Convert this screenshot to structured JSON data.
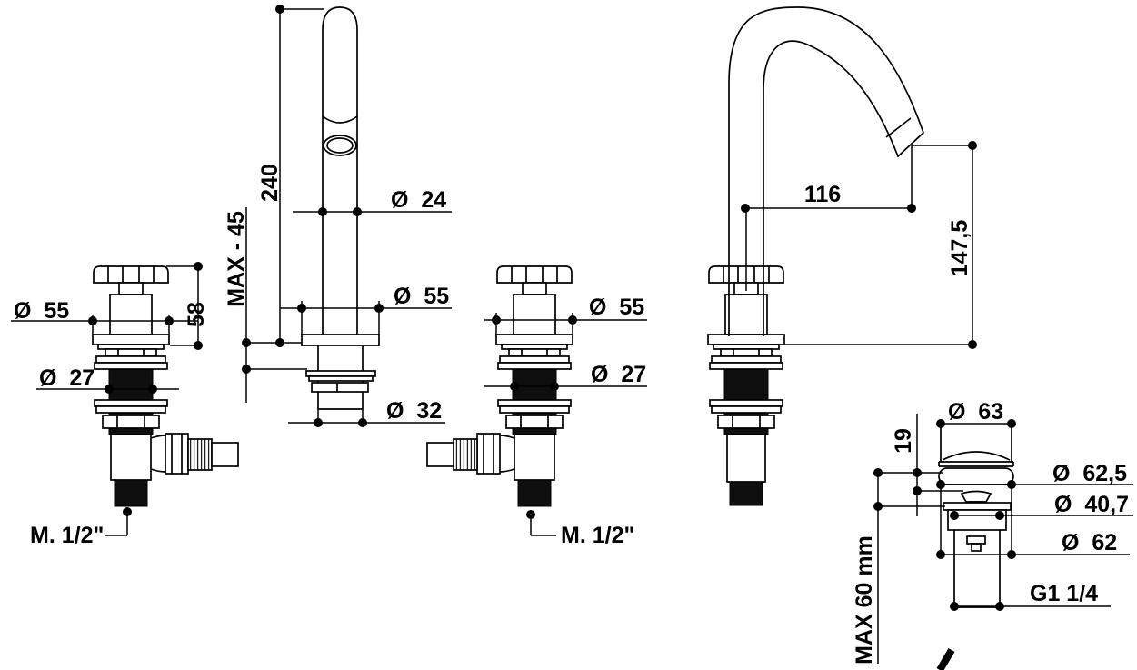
{
  "diagram": {
    "left_valve": {
      "dia": "Ø  55",
      "height": "58",
      "thread_dia": "Ø  27",
      "connection": "M. 1/2\""
    },
    "spout": {
      "height": "240",
      "max_deck": "MAX - 45",
      "dia": "Ø  24",
      "base_dia": "Ø  55",
      "shank_dia": "Ø  32"
    },
    "right_valve": {
      "dia": "Ø  55",
      "thread_dia": "Ø  27",
      "connection": "M. 1/2\""
    },
    "curved_spout": {
      "reach": "116",
      "height": "147,5"
    },
    "drain": {
      "cap_dia": "Ø  63",
      "cap_height": "19",
      "flange_dia": "Ø  62,5",
      "inner_dia": "Ø  40,7",
      "body_dia": "Ø  62",
      "thread": "G1 1/4",
      "max_deck": "MAX 60 mm"
    }
  }
}
